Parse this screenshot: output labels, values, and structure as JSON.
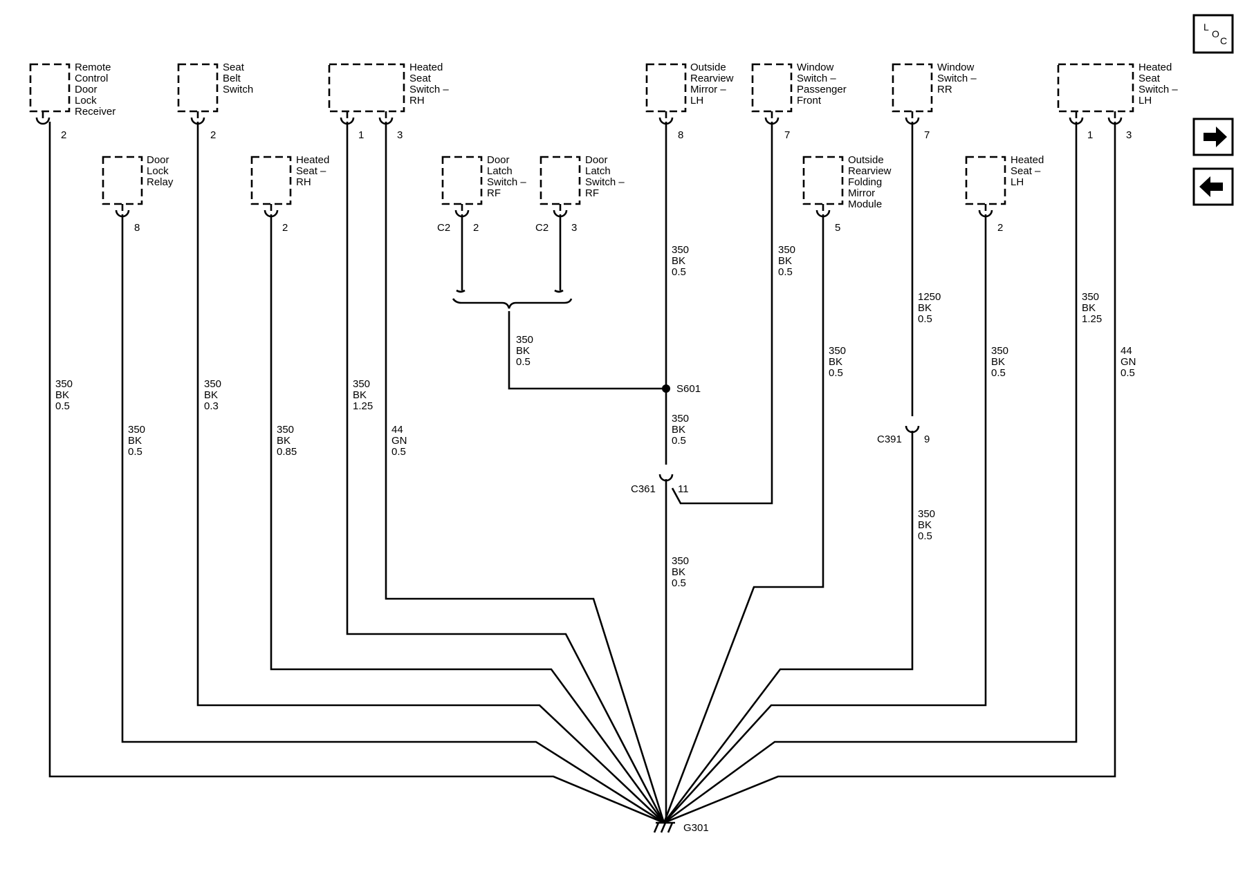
{
  "components": {
    "remote_control_door_lock_receiver": [
      "Remote",
      "Control",
      "Door",
      "Lock",
      "Receiver"
    ],
    "seat_belt_switch": [
      "Seat",
      "Belt",
      "Switch"
    ],
    "heated_seat_switch_rh": [
      "Heated",
      "Seat",
      "Switch –",
      "RH"
    ],
    "outside_rearview_mirror_lh": [
      "Outside",
      "Rearview",
      "Mirror –",
      "LH"
    ],
    "window_switch_passenger_front": [
      "Window",
      "Switch –",
      "Passenger",
      "Front"
    ],
    "window_switch_rr": [
      "Window",
      "Switch –",
      "RR"
    ],
    "heated_seat_switch_lh": [
      "Heated",
      "Seat",
      "Switch –",
      "LH"
    ],
    "door_lock_relay": [
      "Door",
      "Lock",
      "Relay"
    ],
    "heated_seat_rh": [
      "Heated",
      "Seat –",
      "RH"
    ],
    "door_latch_switch_rf_1": [
      "Door",
      "Latch",
      "Switch –",
      "RF"
    ],
    "door_latch_switch_rf_2": [
      "Door",
      "Latch",
      "Switch –",
      "RF"
    ],
    "outside_rearview_folding_mirror_module": [
      "Outside",
      "Rearview",
      "Folding",
      "Mirror",
      "Module"
    ],
    "heated_seat_lh": [
      "Heated",
      "Seat –",
      "LH"
    ]
  },
  "pins": {
    "remote_receiver": "2",
    "seat_belt": "2",
    "heated_seat_switch_rh_a": "1",
    "heated_seat_switch_rh_b": "3",
    "mirror_lh": "8",
    "window_pf": "7",
    "window_rr": "7",
    "heated_seat_switch_lh_a": "1",
    "heated_seat_switch_lh_b": "3",
    "door_lock_relay": "8",
    "heated_seat_rh": "2",
    "latch_1": "2",
    "latch_2": "3",
    "folding_mirror": "5",
    "heated_seat_lh": "2",
    "c391": "9",
    "c361": "11"
  },
  "connectors": {
    "c2_1": "C2",
    "c2_2": "C2",
    "c391": "C391",
    "c361": "C361",
    "s601": "S601",
    "g301": "G301"
  },
  "wires": {
    "w_remote": [
      "350",
      "BK",
      "0.5"
    ],
    "w_door_relay": [
      "350",
      "BK",
      "0.5"
    ],
    "w_seat_belt": [
      "350",
      "BK",
      "0.3"
    ],
    "w_heated_seat_rh": [
      "350",
      "BK",
      "0.85"
    ],
    "w_hss_rh_1": [
      "350",
      "BK",
      "1.25"
    ],
    "w_hss_rh_3": [
      "44",
      "GN",
      "0.5"
    ],
    "w_latch": [
      "350",
      "BK",
      "0.5"
    ],
    "w_mirror_lh": [
      "350",
      "BK",
      "0.5"
    ],
    "w_s601_c361": [
      "350",
      "BK",
      "0.5"
    ],
    "w_c361_g301": [
      "350",
      "BK",
      "0.5"
    ],
    "w_window_pf": [
      "350",
      "BK",
      "0.5"
    ],
    "w_folding_mirror": [
      "350",
      "BK",
      "0.5"
    ],
    "w_window_rr": [
      "1250",
      "BK",
      "0.5"
    ],
    "w_rr_c391": [
      "350",
      "BK",
      "0.5"
    ],
    "w_heated_seat_lh": [
      "350",
      "BK",
      "0.5"
    ],
    "w_hss_lh_1": [
      "350",
      "BK",
      "1.25"
    ],
    "w_hss_lh_3": [
      "44",
      "GN",
      "0.5"
    ]
  },
  "loc_button": {
    "l": "L",
    "o": "O",
    "c": "C"
  },
  "nav": {
    "next_icon": "arrow-right-icon",
    "prev_icon": "arrow-left-icon"
  }
}
